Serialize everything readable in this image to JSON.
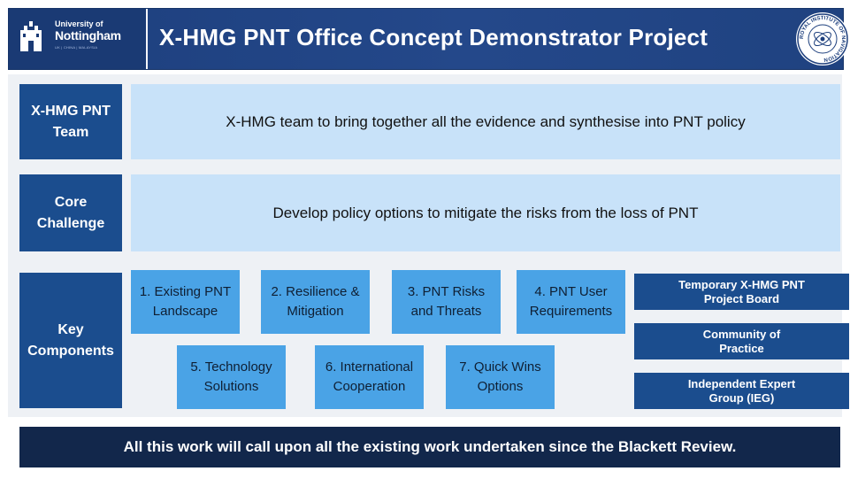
{
  "header": {
    "logo": {
      "line1": "University of",
      "line2": "Nottingham",
      "line3": "UK | CHINA | MALAYSIA"
    },
    "title": "X-HMG PNT Office Concept Demonstrator Project",
    "seal_text": "ROYAL INSTITUTE OF NAVIGATION"
  },
  "rows": {
    "team": {
      "label": "X-HMG PNT\nTeam",
      "text": "X-HMG team to bring together all the evidence and synthesise into PNT policy"
    },
    "challenge": {
      "label": "Core\nChallenge",
      "text": "Develop policy options to mitigate the risks from the loss of PNT"
    },
    "components": {
      "label": "Key\nComponents",
      "items": [
        "1. Existing PNT\nLandscape",
        "2. Resilience &\nMitigation",
        "3. PNT Risks\nand Threats",
        "4. PNT User\nRequirements",
        "5. Technology\nSolutions",
        "6. International\nCooperation",
        "7. Quick Wins\nOptions"
      ],
      "governance": [
        "Temporary X-HMG PNT\nProject Board",
        "Community of\nPractice",
        "Independent Expert\nGroup (IEG)"
      ]
    }
  },
  "footer": {
    "text": "All this work will call upon all the existing work undertaken since the Blackett Review."
  },
  "colors": {
    "header_bg": "#1d3f7d",
    "label_bg": "#1b4d8e",
    "wide_box_bg": "#c8e2f9",
    "component_bg": "#4aa3e6",
    "footer_bg": "#12274b"
  }
}
